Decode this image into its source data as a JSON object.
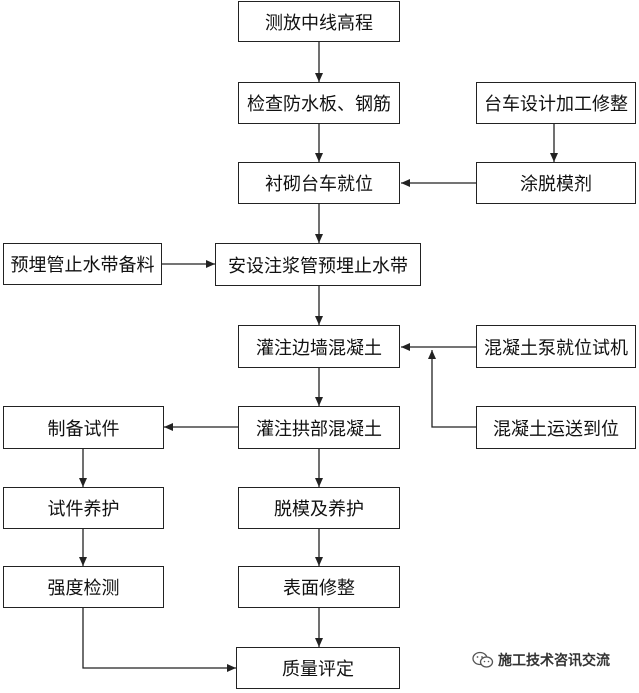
{
  "steps": {
    "measure": "测放中线高程",
    "inspect": "检查防水板、钢筋",
    "trolley_design": "台车设计加工修整",
    "trolley_position": "衬砌台车就位",
    "release_agent": "涂脱模剂",
    "embed_materials": "预埋管止水带备料",
    "install_grout": "安设注浆管预埋止水带",
    "pour_side": "灌注边墙混凝土",
    "pump_test": "混凝土泵就位试机",
    "make_specimen": "制备试件",
    "pour_arch": "灌注拱部混凝土",
    "concrete_delivery": "混凝土运送到位",
    "specimen_cure": "试件养护",
    "demold_cure": "脱模及养护",
    "strength_test": "强度检测",
    "surface_fix": "表面修整",
    "quality_eval": "质量评定"
  },
  "watermark": "施工技术咨讯交流",
  "colors": {
    "line": "#222222",
    "border": "#222222",
    "text": "#111111"
  }
}
